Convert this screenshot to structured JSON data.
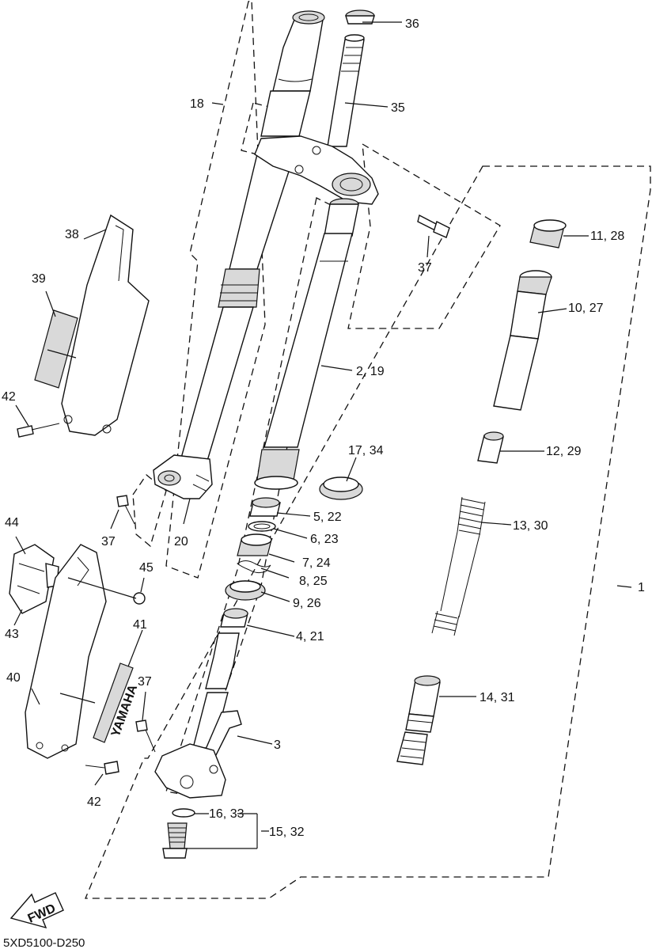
{
  "diagram": {
    "drawing_code": "5XD5100-D250",
    "fwd_label": "FWD",
    "brand_lettering": "YAMAHA",
    "labels": {
      "l1": "1",
      "l2": "2, 19",
      "l3": "3",
      "l4": "4, 21",
      "l5": "5, 22",
      "l6": "6, 23",
      "l7": "7, 24",
      "l8": "8, 25",
      "l9": "9, 26",
      "l10": "10, 27",
      "l11": "11, 28",
      "l12": "12, 29",
      "l13": "13, 30",
      "l14": "14, 31",
      "l15": "15, 32",
      "l16": "16, 33",
      "l17": "17, 34",
      "l18": "18",
      "l20": "20",
      "l35": "35",
      "l36": "36",
      "l37a": "37",
      "l37b": "37",
      "l37c": "37",
      "l38": "38",
      "l39": "39",
      "l40": "40",
      "l41": "41",
      "l42a": "42",
      "l42b": "42",
      "l43": "43",
      "l44": "44",
      "l45": "45"
    }
  }
}
